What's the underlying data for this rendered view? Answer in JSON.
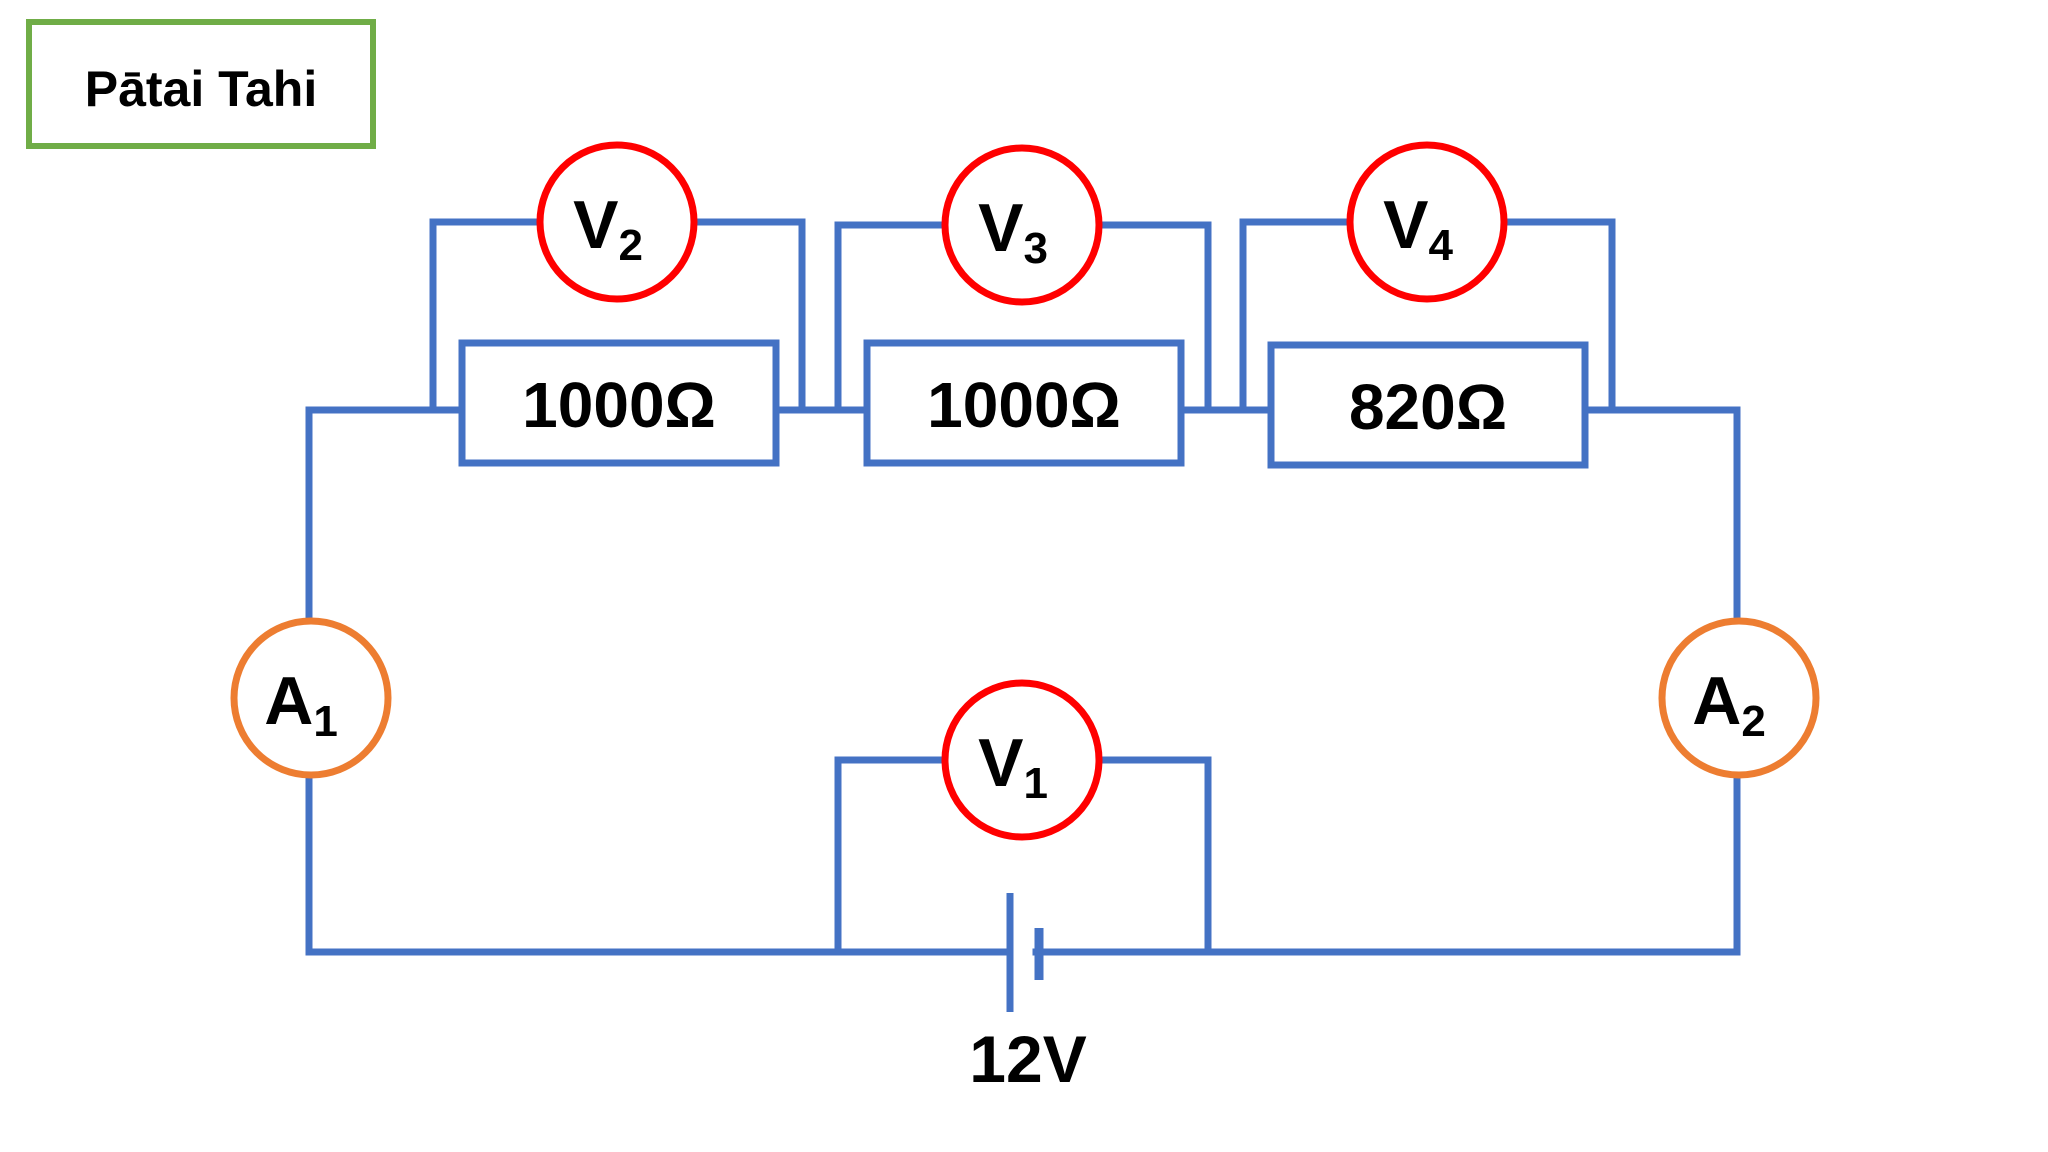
{
  "title": "Pātai Tahi",
  "colors": {
    "wire": "#4472C4",
    "voltmeter_ring": "#FF0000",
    "ammeter_ring": "#ED7D31",
    "title_border": "#70AD47",
    "text": "#000000"
  },
  "resistors": [
    {
      "label": "1000Ω"
    },
    {
      "label": "1000Ω"
    },
    {
      "label": "820Ω"
    }
  ],
  "voltmeters": [
    {
      "letter": "V",
      "sub": "1"
    },
    {
      "letter": "V",
      "sub": "2"
    },
    {
      "letter": "V",
      "sub": "3"
    },
    {
      "letter": "V",
      "sub": "4"
    }
  ],
  "ammeters": [
    {
      "letter": "A",
      "sub": "1"
    },
    {
      "letter": "A",
      "sub": "2"
    }
  ],
  "battery": {
    "label": "12V"
  }
}
